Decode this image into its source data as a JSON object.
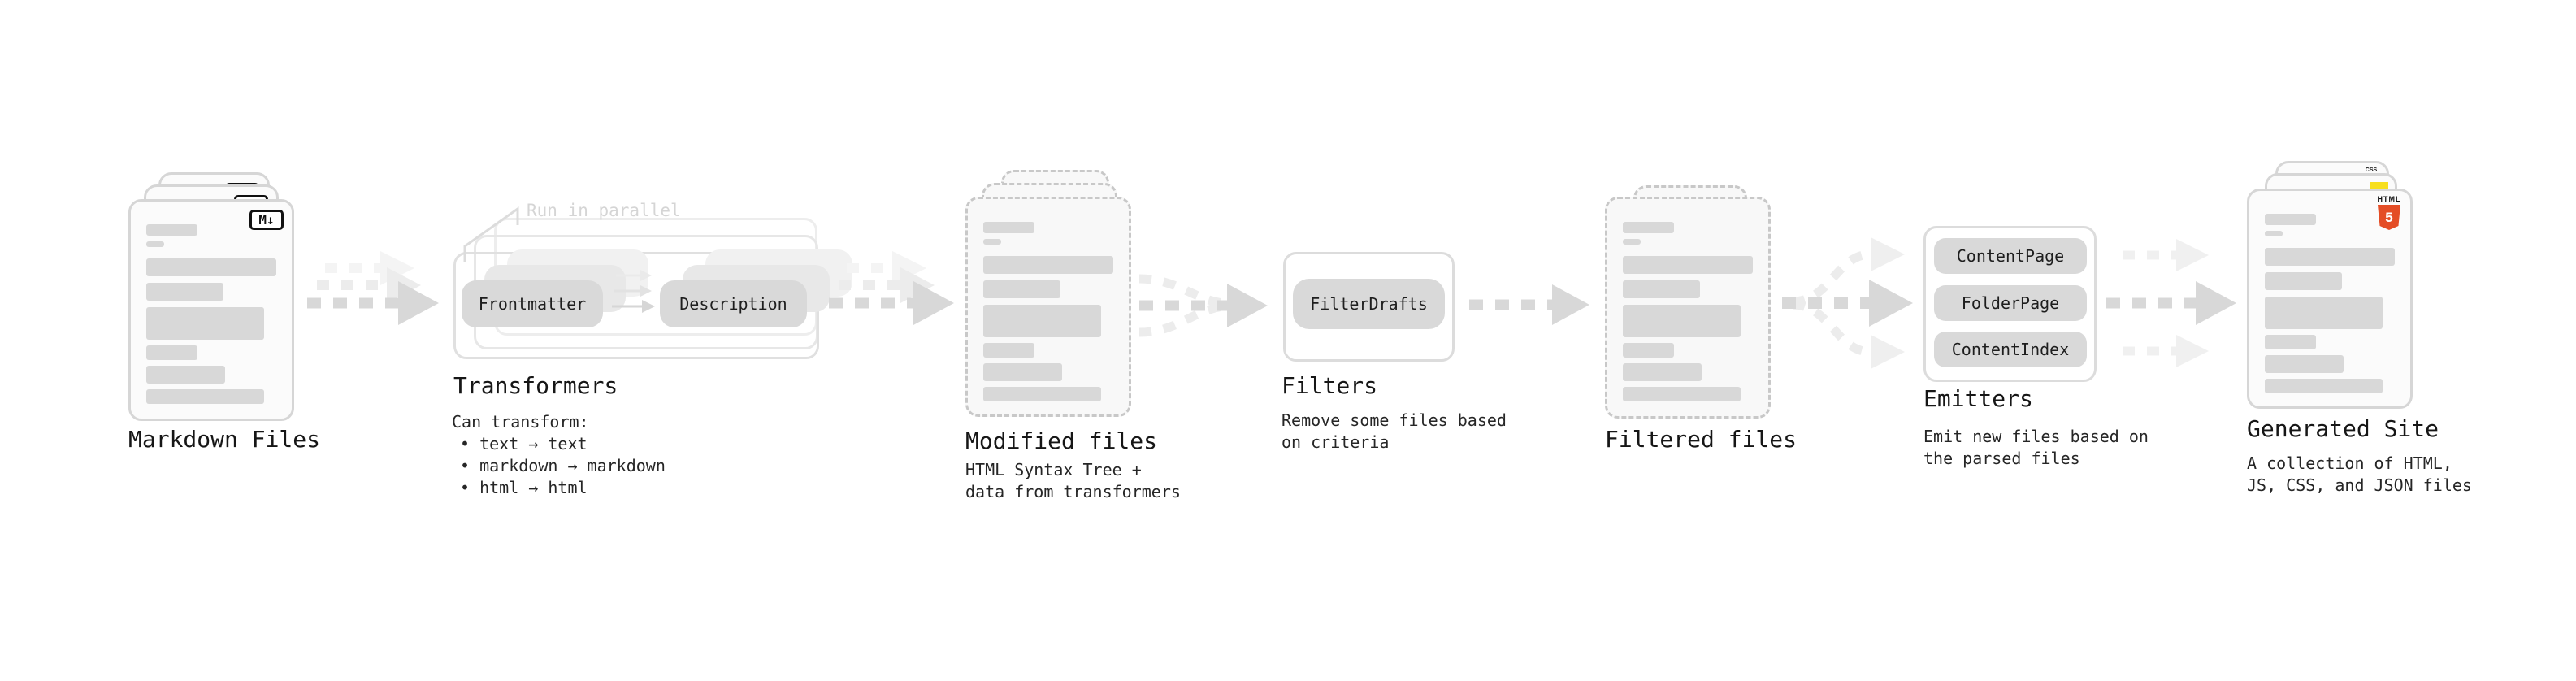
{
  "colors": {
    "canvas_bg": "#ffffff",
    "card_border": "#d6d6d6",
    "card_bg": "#fbfbfb",
    "dashed_border": "#c8c8c8",
    "dashed_bg": "#f8f8f8",
    "placeholder_bar": "#d8d8d8",
    "pill_bg": "#d9d9d9",
    "arrow_main": "#d8d8d8",
    "arrow_light": "#ececec",
    "arrow_faint": "#f4f4f4",
    "text_primary": "#1b1b1b",
    "annotation_text": "#d5d5d5",
    "html5_orange": "#e44d26",
    "js_yellow": "#f7df1e",
    "css_blue": "#2b63f0"
  },
  "stages": {
    "markdown_files": {
      "label": "Markdown Files",
      "badge_text": "M↓"
    },
    "transformers": {
      "label": "Transformers",
      "annotation": "Run in parallel",
      "pills": [
        "Frontmatter",
        "Description"
      ],
      "desc_title": "Can transform:",
      "bullets": [
        "• text → text",
        "• markdown → markdown",
        "• html → html"
      ]
    },
    "modified_files": {
      "label": "Modified files",
      "desc_lines": [
        "HTML Syntax Tree +",
        "data from transformers"
      ]
    },
    "filters": {
      "label": "Filters",
      "pills": [
        "FilterDrafts"
      ],
      "desc_lines": [
        "Remove some files based",
        "on criteria"
      ]
    },
    "filtered_files": {
      "label": "Filtered files"
    },
    "emitters": {
      "label": "Emitters",
      "pills": [
        "ContentPage",
        "FolderPage",
        "ContentIndex"
      ],
      "desc_lines": [
        "Emit new files based on",
        "the parsed files"
      ]
    },
    "generated_site": {
      "label": "Generated Site",
      "desc_lines": [
        "A collection of HTML,",
        "JS, CSS, and JSON files"
      ],
      "badges": {
        "css_label": "CSS",
        "html_label": "HTML",
        "html_number": "5"
      }
    }
  }
}
